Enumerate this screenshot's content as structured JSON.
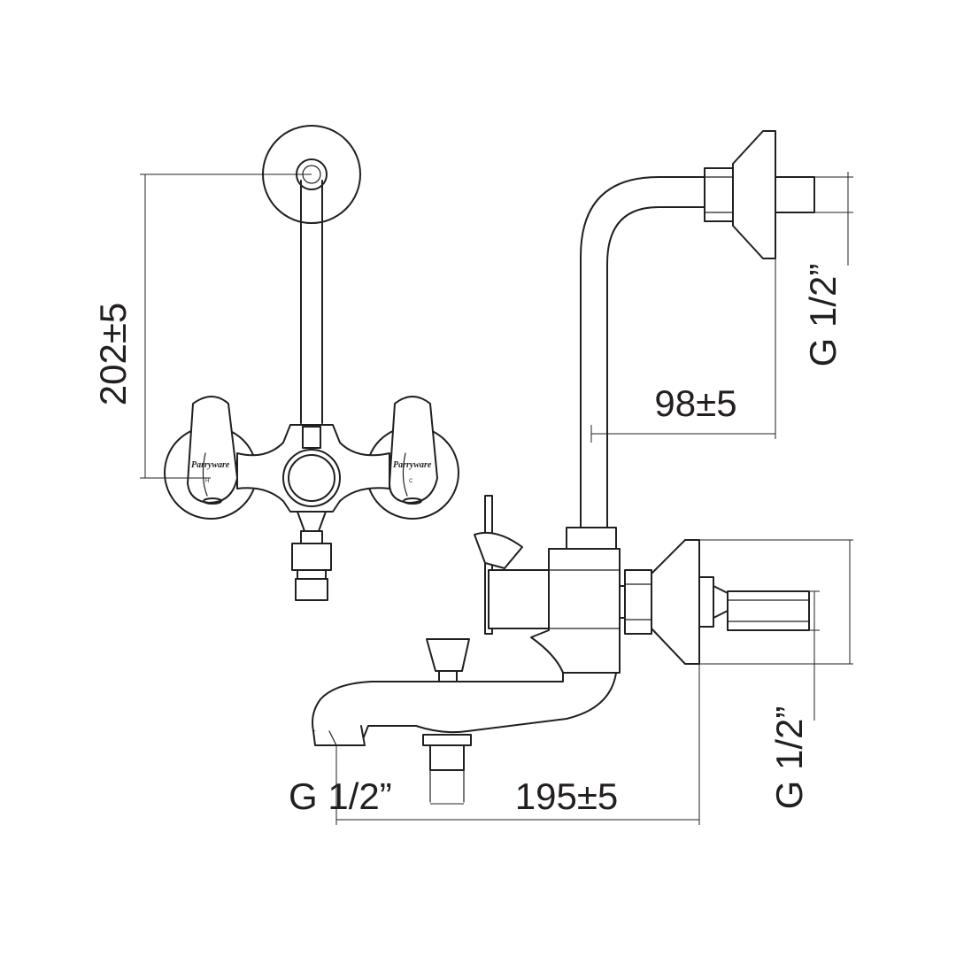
{
  "drawing": {
    "front_view": {
      "height_dim": "202±5",
      "handle_left_brand": "Parryware",
      "handle_left_mark": "H",
      "handle_right_brand": "Parryware",
      "handle_right_mark": "C"
    },
    "side_view": {
      "offset_dim": "98±5",
      "inlet_thread_top": "G 1/2”",
      "inlet_thread_bottom": "G 1/2”",
      "spout_thread": "G 1/2”",
      "projection_dim": "195±5"
    },
    "colors": {
      "line": "#231f20",
      "background": "#ffffff"
    }
  }
}
